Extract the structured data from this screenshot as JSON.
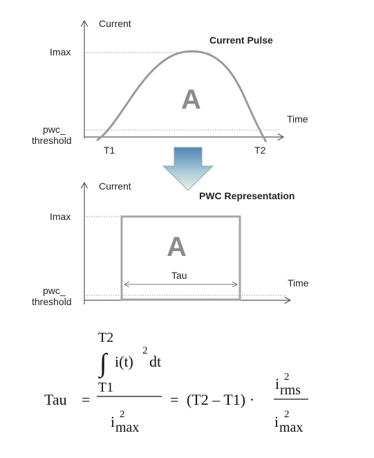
{
  "top_chart": {
    "y_axis_label": "Current",
    "x_axis_label": "Time",
    "title": "Current Pulse",
    "imax_label": "Imax",
    "threshold_label_line1": "pwc_",
    "threshold_label_line2": "threshold",
    "t1_label": "T1",
    "t2_label": "T2",
    "area_label": "A"
  },
  "bottom_chart": {
    "y_axis_label": "Current",
    "x_axis_label": "Time",
    "title": "PWC Representation",
    "imax_label": "Imax",
    "threshold_label_line1": "pwc_",
    "threshold_label_line2": "threshold",
    "area_label": "A",
    "tau_label": "Tau"
  },
  "equation": {
    "lhs": "Tau",
    "equals": "=",
    "upper_limit": "T2",
    "integral": "∫",
    "integrand": "i(t)",
    "power": "2",
    "dt": "dt",
    "lower_limit": "T1",
    "denominator_base": "i",
    "denominator_sup": "2",
    "denominator_sub": "max",
    "equals2": "=",
    "rhs_term": "(T2 – T1) ·",
    "rms_base": "i",
    "rms_sup": "2",
    "rms_sub": "rms",
    "max_base": "i",
    "max_sup": "2",
    "max_sub": "max"
  },
  "colors": {
    "pulse_stroke": "#9a9a9a",
    "rect_stroke": "#a6a6a6",
    "arrow_top": "#5b8fb8",
    "arrow_bottom": "#e6efe3"
  }
}
